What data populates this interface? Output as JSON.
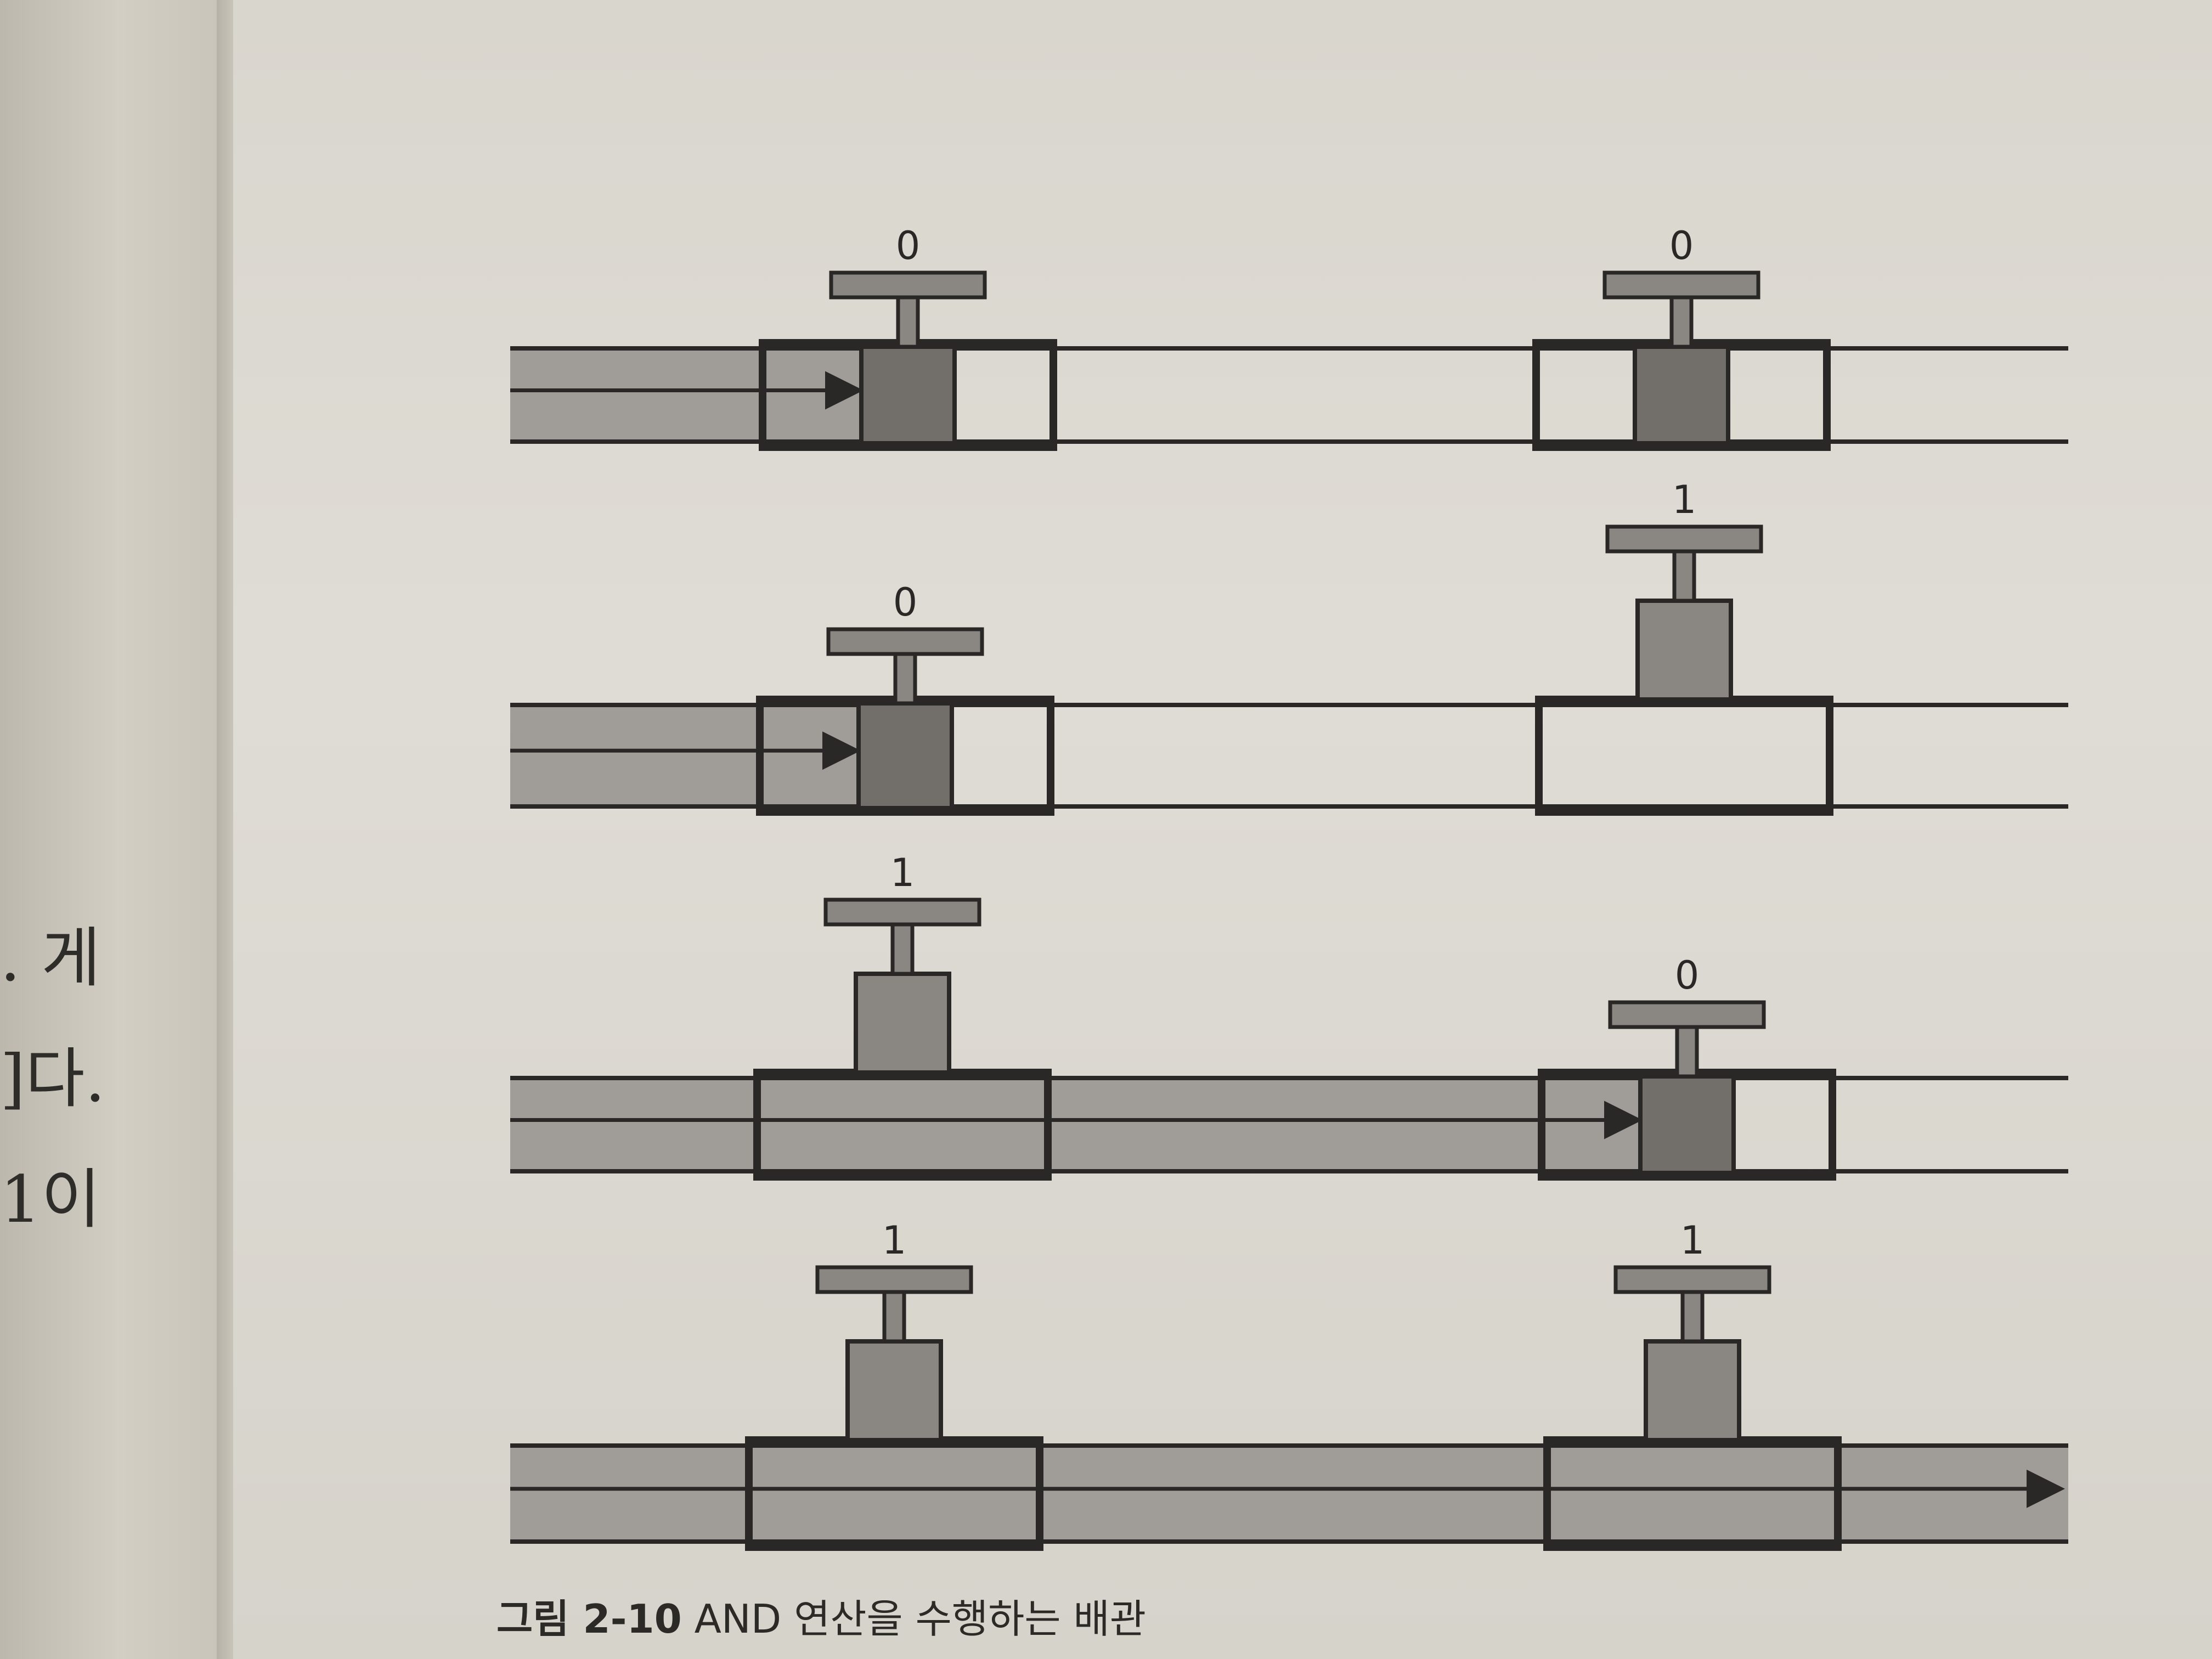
{
  "left_page": {
    "fragments": [
      ". 게",
      "]다.",
      "1이"
    ]
  },
  "figure": {
    "caption_number": "그림 2-10",
    "caption_text": "AND 연산을 수행하는 배관",
    "rows": [
      {
        "valve_a": "0",
        "valve_b": "0",
        "output_flow": false
      },
      {
        "valve_a": "0",
        "valve_b": "1",
        "output_flow": false
      },
      {
        "valve_a": "1",
        "valve_b": "0",
        "output_flow": false
      },
      {
        "valve_a": "1",
        "valve_b": "1",
        "output_flow": true
      }
    ]
  },
  "colors": {
    "water": "#a09d98",
    "valve_dark": "#726f6b",
    "valve_open": "#8a8783",
    "outline": "#2a2826"
  }
}
